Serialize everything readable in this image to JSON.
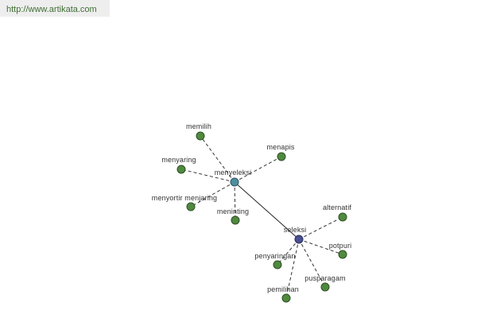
{
  "header": {
    "url": "http://www.artikata.com"
  },
  "colors": {
    "banner_bg": "#eeeeee",
    "banner_text": "#3f6f35",
    "leaf": "#4f8a3f",
    "hub_primary": "#4e8f9f",
    "hub_secondary": "#4a4f92"
  },
  "graph": {
    "hubs": [
      {
        "label": "menyeleksi",
        "related": [
          "memilih",
          "menapis",
          "menyaring",
          "menyortir menjaring",
          "meninting"
        ]
      },
      {
        "label": "seleksi",
        "related": [
          "alternatif",
          "potpuri",
          "penyaringan",
          "pusparagam",
          "pemilihan"
        ]
      }
    ]
  }
}
